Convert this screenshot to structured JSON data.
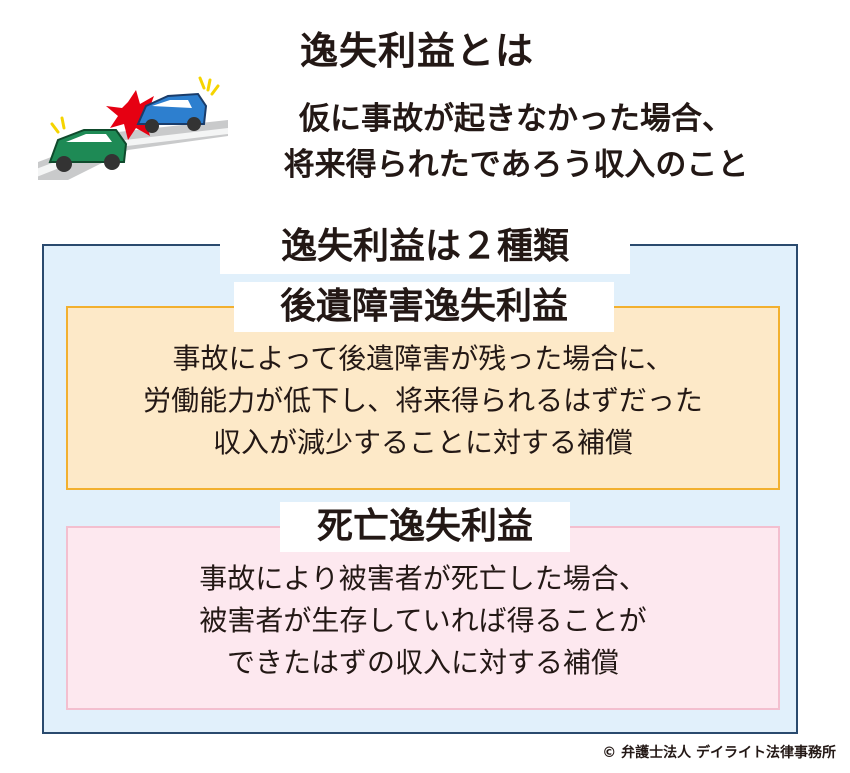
{
  "title": "逸失利益とは",
  "definition": {
    "lines": [
      "仮に事故が起きなかった場合、",
      "将来得られたであろう収入のこと"
    ]
  },
  "types_heading": "逸失利益は２種類",
  "types": [
    {
      "title": "後遺障害逸失利益",
      "lines": [
        "事故によって後遺障害が残った場合に、",
        "労働能力が低下し、将来得られるはずだった",
        "収入が減少することに対する補償"
      ]
    },
    {
      "title": "死亡逸失利益",
      "lines": [
        "事故により被害者が死亡した場合、",
        "被害者が生存していれば得ることが",
        "できたはずの収入に対する補償"
      ]
    }
  ],
  "copyright": "© 弁護士法人 デイライト法律事務所",
  "colors": {
    "outer_bg": "#e1f0fb",
    "outer_border": "#2a4a6e",
    "orange_bg": "#fde9c8",
    "orange_border": "#f2b02f",
    "pink_bg": "#fde8ef",
    "pink_border": "#f3bfcf"
  },
  "icons": [
    "car-collision-icon"
  ]
}
